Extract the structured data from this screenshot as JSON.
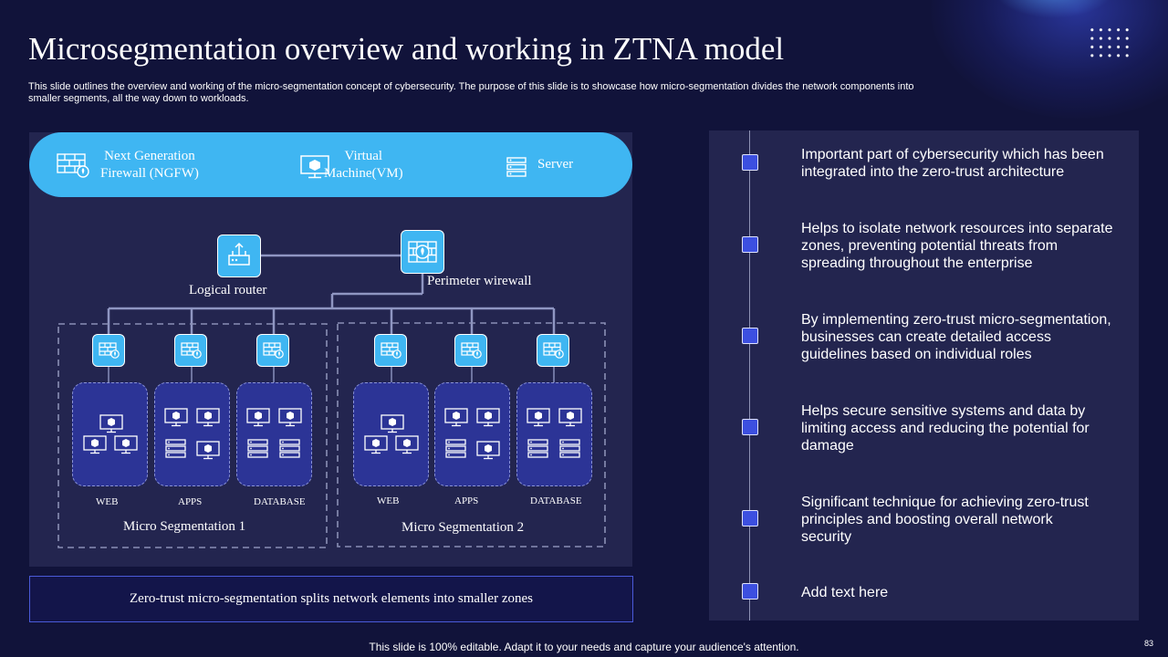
{
  "slide": {
    "title": "Microsegmentation overview and working in ZTNA model",
    "subtitle": "This slide outlines the overview and working of the micro-segmentation concept of cybersecurity. The purpose of this slide is to showcase how micro-segmentation divides the network components into smaller segments, all the way down to workloads.",
    "footer": "This slide is 100% editable. Adapt it to your needs and capture your audience's attention.",
    "page_number": "83"
  },
  "legend_bar": {
    "items": [
      {
        "line1": "Next Generation",
        "line2": "Firewall (NGFW)",
        "icon": "firewall-icon"
      },
      {
        "line1": "Virtual",
        "line2": "Machine(VM)",
        "icon": "monitor-icon"
      },
      {
        "line1": "Server",
        "line2": "",
        "icon": "server-icon"
      }
    ]
  },
  "diagram": {
    "logical_router": "Logical router",
    "perimeter_firewall": "Perimeter wirewall",
    "segment1": {
      "title": "Micro Segmentation 1",
      "labels": [
        "WEB",
        "APPS",
        "DATABASE"
      ]
    },
    "segment2": {
      "title": "Micro Segmentation 2",
      "labels": [
        "WEB",
        "APPS",
        "DATABASE"
      ]
    },
    "bottom_text": "Zero-trust micro-segmentation splits network elements into smaller zones"
  },
  "points": [
    {
      "text": "Important  part of cybersecurity which has been integrated into the zero-trust  architecture"
    },
    {
      "text": "Helps to isolate network resources into separate zones, preventing potential threats from spreading throughout  the enterprise"
    },
    {
      "text": "By implementing zero-trust  micro-segmentation, businesses can create detailed access guidelines based on individual roles"
    },
    {
      "text": "Helps secure sensitive systems and data by limiting access and reducing the potential for damage"
    },
    {
      "text": "Significant technique for achieving zero-trust principles and boosting overall network security"
    },
    {
      "text": "Add text here"
    }
  ],
  "colors": {
    "background": "#11133a",
    "panel": "#23254f",
    "accent_cyan": "#3fb6f2",
    "card_blue": "#2c3496",
    "marker_blue": "#3c4fe0"
  }
}
